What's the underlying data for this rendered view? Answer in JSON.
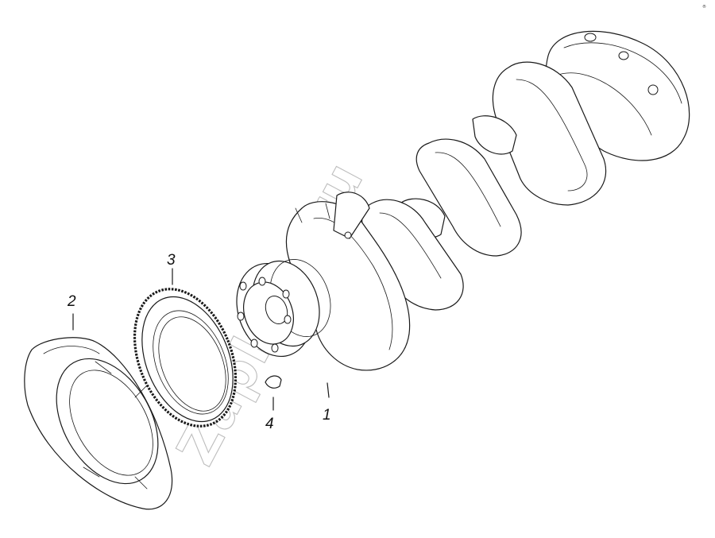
{
  "callouts": [
    "1",
    "2",
    "3",
    "4"
  ],
  "watermark": "Zapkam.ru",
  "corner_mark": "®"
}
